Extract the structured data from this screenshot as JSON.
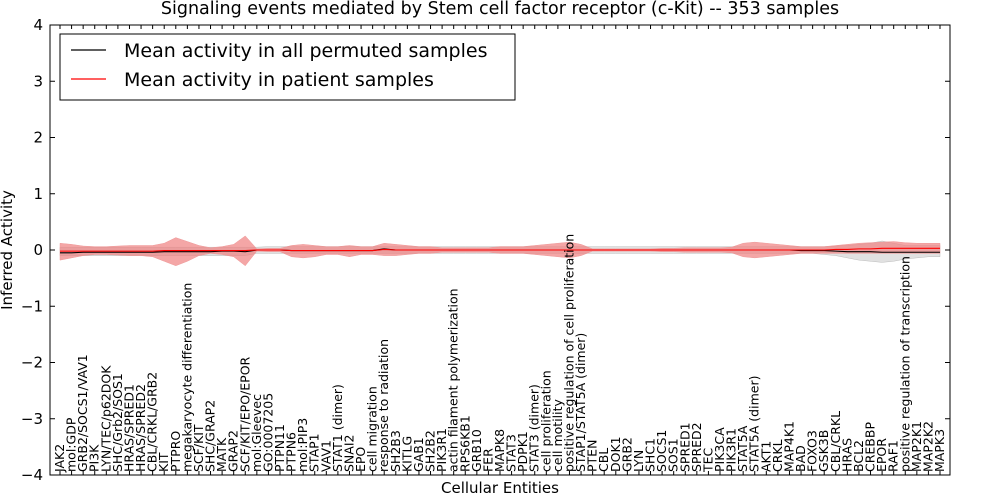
{
  "chart_data": {
    "type": "line",
    "title": "Signaling events mediated by Stem cell factor receptor (c-Kit) -- 353 samples",
    "xlabel": "Cellular Entities",
    "ylabel": "Inferred Activity",
    "ylim": [
      -4,
      4
    ],
    "yticks": [
      -4,
      -3,
      -2,
      -1,
      0,
      1,
      2,
      3,
      4
    ],
    "ytick_labels": [
      "−4",
      "−3",
      "−2",
      "−1",
      "0",
      "1",
      "2",
      "3",
      "4"
    ],
    "grid": false,
    "legend_placement": "top-left",
    "colors": {
      "permuted": "#000000",
      "patient": "#ff0000",
      "patient_band": "#f08080",
      "permuted_band": "#c8c8c8"
    },
    "categories": [
      "JAK2",
      "mol:GDP",
      "GRB2/SOCS1/VAV1",
      "PI3K",
      "LYN/TEC/p62DOK",
      "SHC/Grb2/SOS1",
      "HRAS/SPRED1",
      "HRAS/SPRED2",
      "CBL/CRKL/GRB2",
      "KIT",
      "PTPRO",
      "megakaryocyte differentiation",
      "SCF/KIT",
      "SHC/GRAP2",
      "MATK",
      "GRAP2",
      "SCF/KIT/EPO/EPOR",
      "mol:Gleevec",
      "GO:0007205",
      "PTPN11",
      "PTPN6",
      "mol:PIP3",
      "STAP1",
      "VAV1",
      "STAT1 (dimer)",
      "SNAI2",
      "EPO",
      "cell migration",
      "response to radiation",
      "SH2B3",
      "KITLG",
      "GAB1",
      "SH2B2",
      "PIK3R1",
      "actin filament polymerization",
      "RPS6KB1",
      "GRB10",
      "FER",
      "MAPK8",
      "STAT3",
      "PDPK1",
      "STAT3 (dimer)",
      "cell proliferation",
      "cell motility",
      "positive regulation of cell proliferation",
      "STAP1/STAT5A (dimer)",
      "PTEN",
      "CBL",
      "DOK1",
      "GRB2",
      "LYN",
      "SHC1",
      "SOCS1",
      "SOS1",
      "SPRED1",
      "SPRED2",
      "TEC",
      "PIK3CA",
      "PIK3R1",
      "STAT5A",
      "STAT5A (dimer)",
      "AKT1",
      "CRKL",
      "MAP4K1",
      "BAD",
      "FOXO3",
      "GSK3B",
      "CBL/CRKL",
      "HRAS",
      "BCL2",
      "CREBBP",
      "EPOR",
      "RAF1",
      "positive regulation of transcription",
      "MAP2K1",
      "MAP2K2",
      "MAPK3"
    ],
    "series": [
      {
        "name": "Mean activity in all permuted samples",
        "color": "#000000",
        "values": [
          -0.05,
          -0.05,
          -0.04,
          -0.04,
          -0.04,
          -0.04,
          -0.04,
          -0.04,
          -0.04,
          -0.03,
          -0.03,
          -0.03,
          -0.03,
          -0.03,
          -0.02,
          -0.02,
          -0.03,
          0.0,
          0.0,
          0.0,
          -0.01,
          -0.01,
          -0.01,
          -0.01,
          -0.01,
          -0.01,
          -0.01,
          -0.01,
          0.02,
          0.0,
          0.0,
          0.0,
          0.0,
          0.0,
          0.0,
          0.0,
          0.0,
          0.0,
          0.0,
          0.0,
          0.0,
          0.0,
          0.0,
          0.0,
          0.0,
          0.0,
          0.0,
          0.0,
          0.0,
          0.0,
          0.0,
          0.0,
          0.0,
          0.0,
          0.0,
          0.0,
          0.0,
          0.0,
          0.0,
          0.0,
          0.0,
          0.0,
          0.0,
          0.0,
          -0.01,
          -0.01,
          -0.01,
          -0.02,
          -0.03,
          -0.03,
          -0.03,
          -0.04,
          -0.04,
          -0.04,
          -0.04,
          -0.04,
          -0.04
        ]
      },
      {
        "name": "Mean activity in patient samples",
        "color": "#ff0000",
        "values": [
          -0.02,
          -0.02,
          -0.02,
          -0.02,
          -0.02,
          -0.02,
          -0.02,
          -0.02,
          -0.02,
          -0.01,
          -0.01,
          -0.01,
          -0.01,
          -0.01,
          -0.01,
          -0.01,
          -0.01,
          0.0,
          0.0,
          0.0,
          -0.01,
          -0.01,
          -0.01,
          -0.01,
          -0.01,
          -0.01,
          -0.01,
          -0.01,
          0.01,
          0.0,
          0.0,
          0.0,
          0.0,
          0.0,
          0.0,
          0.0,
          0.0,
          0.0,
          0.0,
          0.0,
          0.0,
          0.0,
          0.0,
          0.0,
          0.0,
          0.0,
          0.0,
          0.0,
          0.0,
          0.0,
          0.0,
          0.0,
          0.0,
          0.0,
          0.0,
          0.0,
          0.0,
          0.0,
          0.0,
          0.0,
          0.0,
          0.0,
          0.0,
          0.0,
          0.0,
          0.0,
          0.0,
          0.01,
          0.01,
          0.02,
          0.02,
          0.03,
          0.03,
          0.03,
          0.03,
          0.03,
          0.03
        ]
      }
    ],
    "patient_band_upper": [
      0.12,
      0.1,
      0.07,
      0.06,
      0.06,
      0.07,
      0.08,
      0.08,
      0.08,
      0.12,
      0.22,
      0.15,
      0.08,
      0.04,
      0.06,
      0.1,
      0.25,
      0.02,
      0.03,
      0.03,
      0.08,
      0.1,
      0.08,
      0.06,
      0.06,
      0.08,
      0.06,
      0.06,
      0.12,
      0.1,
      0.08,
      0.06,
      0.06,
      0.04,
      0.04,
      0.04,
      0.04,
      0.04,
      0.06,
      0.06,
      0.06,
      0.08,
      0.1,
      0.12,
      0.14,
      0.1,
      0.02,
      0.02,
      0.02,
      0.02,
      0.02,
      0.02,
      0.03,
      0.03,
      0.04,
      0.04,
      0.04,
      0.04,
      0.05,
      0.12,
      0.14,
      0.12,
      0.1,
      0.08,
      0.06,
      0.06,
      0.06,
      0.08,
      0.1,
      0.12,
      0.13,
      0.14,
      0.15,
      0.13,
      0.12,
      0.12,
      0.12
    ],
    "patient_band_lower": [
      -0.18,
      -0.14,
      -0.1,
      -0.08,
      -0.08,
      -0.09,
      -0.1,
      -0.1,
      -0.12,
      -0.2,
      -0.28,
      -0.2,
      -0.1,
      -0.06,
      -0.08,
      -0.12,
      -0.28,
      -0.02,
      -0.03,
      -0.03,
      -0.12,
      -0.14,
      -0.12,
      -0.08,
      -0.08,
      -0.12,
      -0.08,
      -0.08,
      -0.1,
      -0.1,
      -0.08,
      -0.06,
      -0.06,
      -0.04,
      -0.04,
      -0.04,
      -0.04,
      -0.04,
      -0.06,
      -0.06,
      -0.06,
      -0.08,
      -0.1,
      -0.12,
      -0.14,
      -0.1,
      -0.02,
      -0.02,
      -0.02,
      -0.02,
      -0.02,
      -0.02,
      -0.03,
      -0.03,
      -0.04,
      -0.04,
      -0.04,
      -0.04,
      -0.05,
      -0.12,
      -0.14,
      -0.12,
      -0.1,
      -0.08,
      -0.06,
      -0.06,
      -0.06,
      -0.06,
      -0.06,
      -0.06,
      -0.06,
      -0.06,
      -0.06,
      -0.06,
      -0.06,
      -0.06,
      -0.06
    ],
    "permuted_band_upper": [
      0.05,
      0.05,
      0.05,
      0.05,
      0.05,
      0.05,
      0.05,
      0.05,
      0.05,
      0.05,
      0.05,
      0.05,
      0.05,
      0.05,
      0.05,
      0.05,
      0.05,
      0.05,
      0.06,
      0.06,
      0.06,
      0.06,
      0.06,
      0.06,
      0.06,
      0.06,
      0.06,
      0.06,
      0.06,
      0.06,
      0.06,
      0.06,
      0.06,
      0.06,
      0.06,
      0.06,
      0.06,
      0.06,
      0.06,
      0.06,
      0.06,
      0.06,
      0.06,
      0.06,
      0.06,
      0.06,
      0.06,
      0.06,
      0.06,
      0.06,
      0.06,
      0.06,
      0.06,
      0.06,
      0.06,
      0.06,
      0.06,
      0.06,
      0.06,
      0.06,
      0.06,
      0.06,
      0.06,
      0.06,
      0.06,
      0.06,
      0.06,
      0.07,
      0.08,
      0.1,
      0.12,
      0.16,
      0.12,
      0.08,
      0.08,
      0.08,
      0.08
    ],
    "permuted_band_lower": [
      -0.1,
      -0.1,
      -0.1,
      -0.1,
      -0.1,
      -0.1,
      -0.1,
      -0.1,
      -0.1,
      -0.1,
      -0.1,
      -0.1,
      -0.1,
      -0.1,
      -0.1,
      -0.1,
      -0.1,
      -0.06,
      -0.06,
      -0.06,
      -0.06,
      -0.06,
      -0.06,
      -0.06,
      -0.06,
      -0.06,
      -0.06,
      -0.06,
      -0.06,
      -0.06,
      -0.06,
      -0.06,
      -0.06,
      -0.06,
      -0.06,
      -0.06,
      -0.06,
      -0.06,
      -0.06,
      -0.06,
      -0.06,
      -0.06,
      -0.06,
      -0.06,
      -0.06,
      -0.06,
      -0.06,
      -0.06,
      -0.06,
      -0.06,
      -0.06,
      -0.06,
      -0.06,
      -0.06,
      -0.06,
      -0.06,
      -0.06,
      -0.06,
      -0.06,
      -0.06,
      -0.06,
      -0.06,
      -0.06,
      -0.06,
      -0.06,
      -0.06,
      -0.08,
      -0.1,
      -0.14,
      -0.18,
      -0.2,
      -0.22,
      -0.2,
      -0.16,
      -0.14,
      -0.12,
      -0.12
    ]
  }
}
